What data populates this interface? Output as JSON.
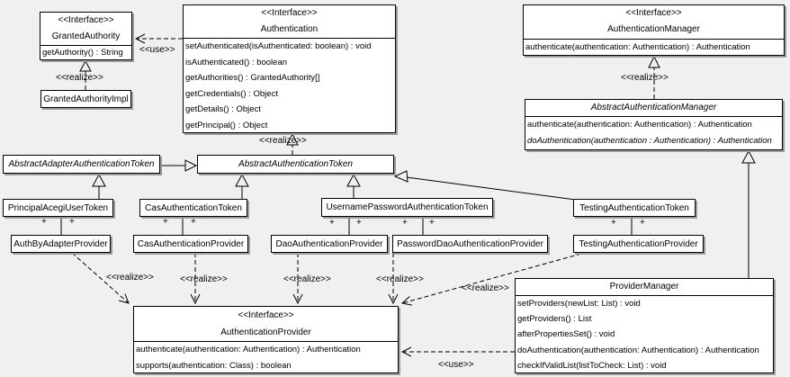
{
  "labels": {
    "use": "<<use>>",
    "realize": "<<realize>>",
    "plus": "+",
    "interface_stereotype": "<<Interface>>"
  },
  "classes": {
    "granted_authority": {
      "stereotype": "<<Interface>>",
      "name": "GrantedAuthority",
      "methods": [
        "getAuthority() : String"
      ]
    },
    "granted_authority_impl": {
      "name": "GrantedAuthorityImpl"
    },
    "authentication": {
      "stereotype": "<<Interface>>",
      "name": "Authentication",
      "methods": [
        "setAuthenticated(isAuthenticated: boolean) : void",
        "isAuthenticated() : boolean",
        "getAuthorities() : GrantedAuthority[]",
        "getCredentials() : Object",
        "getDetails() : Object",
        "getPrincipal() : Object"
      ]
    },
    "authentication_manager": {
      "stereotype": "<<Interface>>",
      "name": "AuthenticationManager",
      "methods": [
        "authenticate(authentication: Authentication) : Authentication"
      ]
    },
    "abstract_authentication_manager": {
      "name": "AbstractAuthenticationManager",
      "methods": [
        "authenticate(authentication: Authentication) : Authentication",
        "doAuthentication(authentication : Authentication) : Authentication"
      ]
    },
    "abstract_adapter_authentication_token": {
      "name": "AbstractAdapterAuthenticationToken"
    },
    "abstract_authentication_token": {
      "name": "AbstractAuthenticationToken"
    },
    "principal_acegi_user_token": {
      "name": "PrincipalAcegiUserToken"
    },
    "auth_by_adapter_provider": {
      "name": "AuthByAdapterProvider"
    },
    "cas_authentication_token": {
      "name": "CasAuthenticationToken"
    },
    "cas_authentication_provider": {
      "name": "CasAuthenticationProvider"
    },
    "username_password_authentication_token": {
      "name": "UsernamePasswordAuthenticationToken"
    },
    "dao_authentication_provider": {
      "name": "DaoAuthenticationProvider"
    },
    "password_dao_authentication_provider": {
      "name": "PasswordDaoAuthenticationProvider"
    },
    "testing_authentication_token": {
      "name": "TestingAuthenticationToken"
    },
    "testing_authentication_provider": {
      "name": "TestingAuthenticationProvider"
    },
    "authentication_provider": {
      "stereotype": "<<Interface>>",
      "name": "AuthenticationProvider",
      "methods": [
        "authenticate(authentication: Authentication) : Authentication",
        "supports(authentication: Class) : boolean"
      ]
    },
    "provider_manager": {
      "name": "ProviderManager",
      "methods": [
        "setProviders(newList: List) : void",
        "getProviders() : List",
        "afterPropertiesSet() : void",
        "doAuthentication(authentication: Authentication) : Authentication",
        "checkIfValidList(listToCheck: List) : void"
      ]
    }
  },
  "relationships": [
    {
      "type": "use",
      "from": "Authentication",
      "to": "GrantedAuthority"
    },
    {
      "type": "realize",
      "from": "GrantedAuthorityImpl",
      "to": "GrantedAuthority"
    },
    {
      "type": "realize",
      "from": "AbstractAuthenticationToken",
      "to": "Authentication"
    },
    {
      "type": "realize",
      "from": "AbstractAuthenticationManager",
      "to": "AuthenticationManager"
    },
    {
      "type": "generalize",
      "from": "AbstractAdapterAuthenticationToken",
      "to": "AbstractAuthenticationToken"
    },
    {
      "type": "generalize",
      "from": "PrincipalAcegiUserToken",
      "to": "AbstractAdapterAuthenticationToken"
    },
    {
      "type": "generalize",
      "from": "CasAuthenticationToken",
      "to": "AbstractAuthenticationToken"
    },
    {
      "type": "generalize",
      "from": "UsernamePasswordAuthenticationToken",
      "to": "AbstractAuthenticationToken"
    },
    {
      "type": "generalize",
      "from": "TestingAuthenticationToken",
      "to": "AbstractAuthenticationToken"
    },
    {
      "type": "generalize",
      "from": "ProviderManager",
      "to": "AbstractAuthenticationManager"
    },
    {
      "type": "association",
      "from": "PrincipalAcegiUserToken",
      "to": "AuthByAdapterProvider",
      "multiplicity": "+ +"
    },
    {
      "type": "association",
      "from": "CasAuthenticationToken",
      "to": "CasAuthenticationProvider",
      "multiplicity": "+ +"
    },
    {
      "type": "association",
      "from": "UsernamePasswordAuthenticationToken",
      "to": "DaoAuthenticationProvider",
      "multiplicity": "+ +"
    },
    {
      "type": "association",
      "from": "UsernamePasswordAuthenticationToken",
      "to": "PasswordDaoAuthenticationProvider",
      "multiplicity": "+ +"
    },
    {
      "type": "association",
      "from": "TestingAuthenticationToken",
      "to": "TestingAuthenticationProvider",
      "multiplicity": "+ +"
    },
    {
      "type": "realize",
      "from": "AuthByAdapterProvider",
      "to": "AuthenticationProvider"
    },
    {
      "type": "realize",
      "from": "CasAuthenticationProvider",
      "to": "AuthenticationProvider"
    },
    {
      "type": "realize",
      "from": "DaoAuthenticationProvider",
      "to": "AuthenticationProvider"
    },
    {
      "type": "realize",
      "from": "PasswordDaoAuthenticationProvider",
      "to": "AuthenticationProvider"
    },
    {
      "type": "realize",
      "from": "TestingAuthenticationProvider",
      "to": "AuthenticationProvider"
    },
    {
      "type": "use",
      "from": "ProviderManager",
      "to": "AuthenticationProvider"
    }
  ]
}
